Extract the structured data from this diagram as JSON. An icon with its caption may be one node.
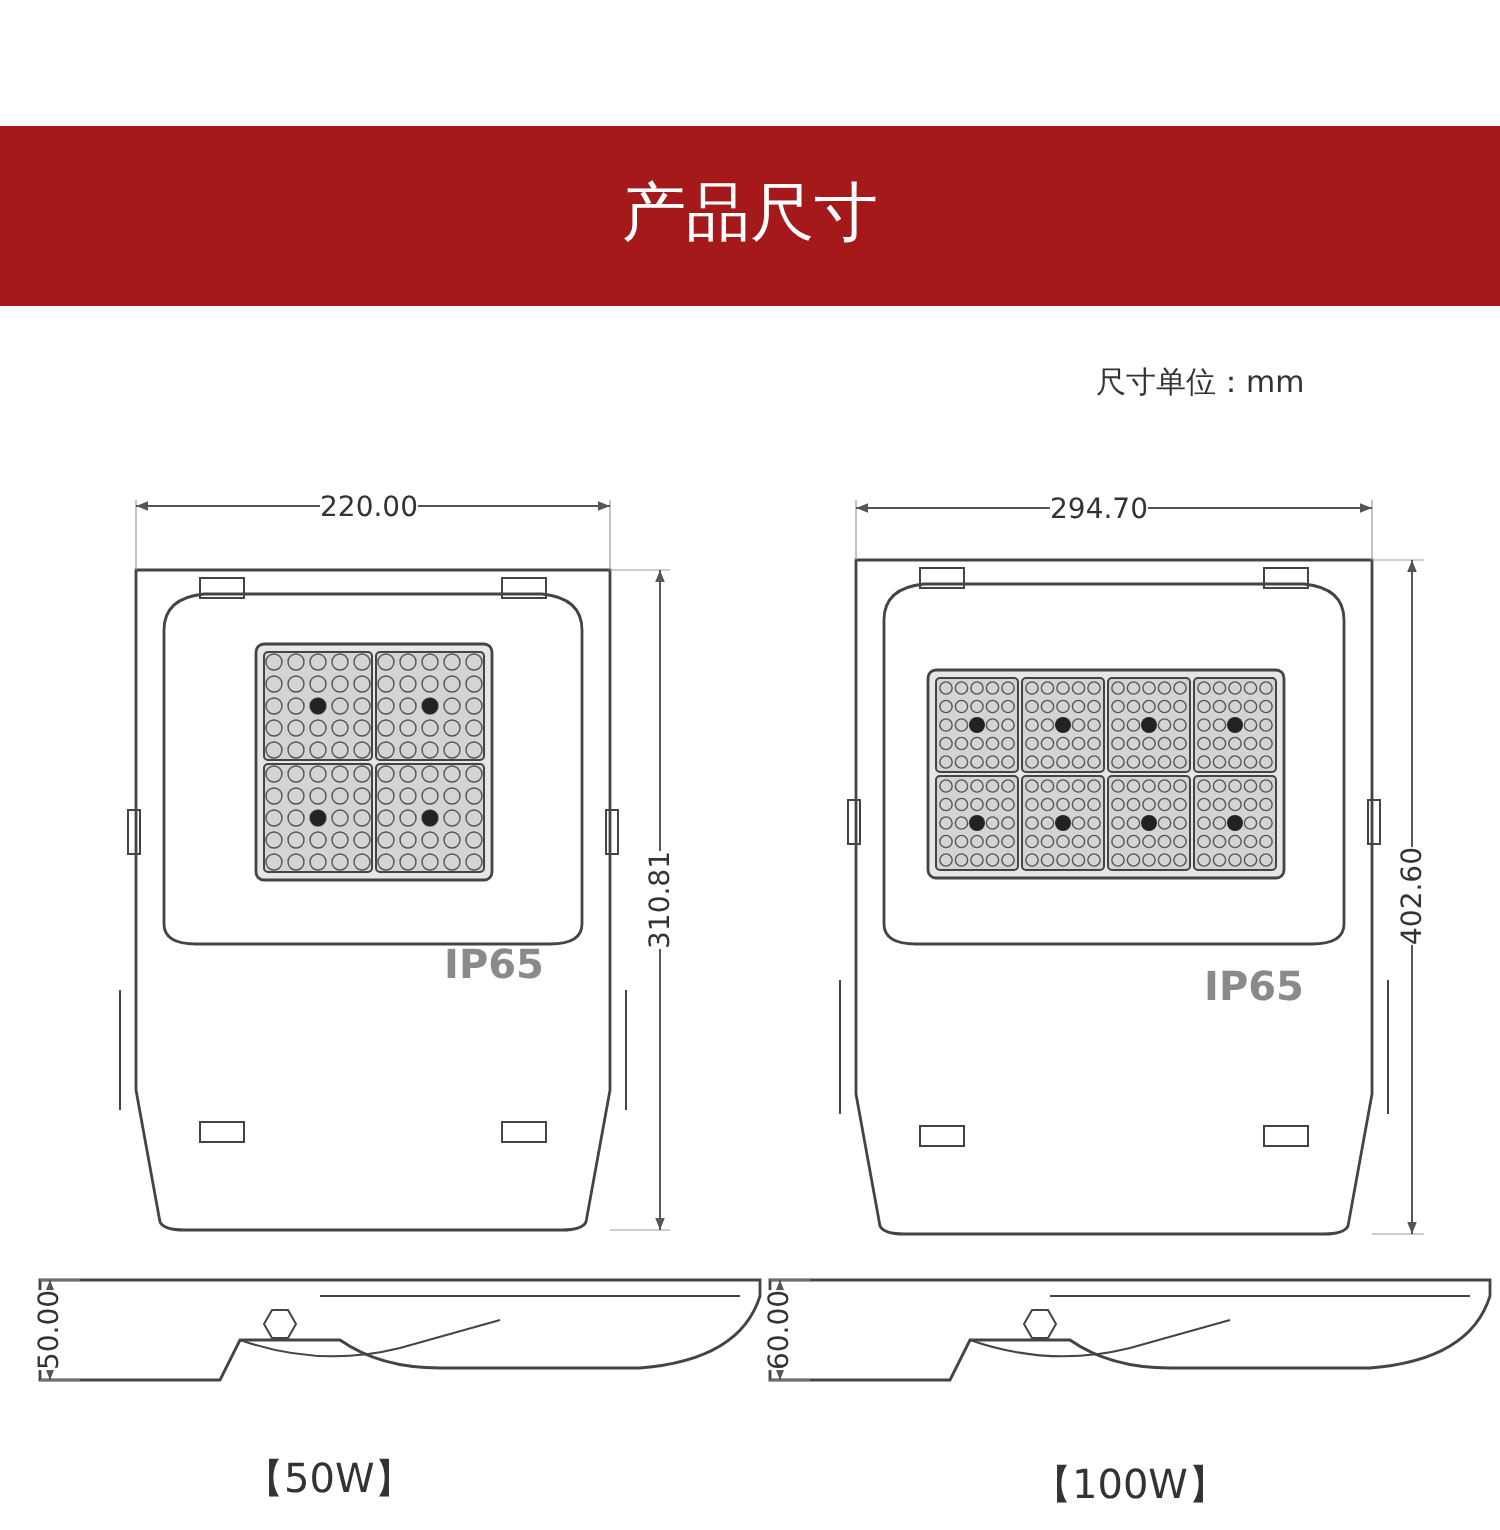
{
  "diagram": {
    "title": "产品尺寸",
    "labels": [
      "尺寸单位：mm",
      "220.00",
      "294.70",
      "310.81",
      "402.60",
      "IP65",
      "IP65",
      "50.00",
      "60.00",
      "【50W】",
      "【100W】"
    ]
  }
}
